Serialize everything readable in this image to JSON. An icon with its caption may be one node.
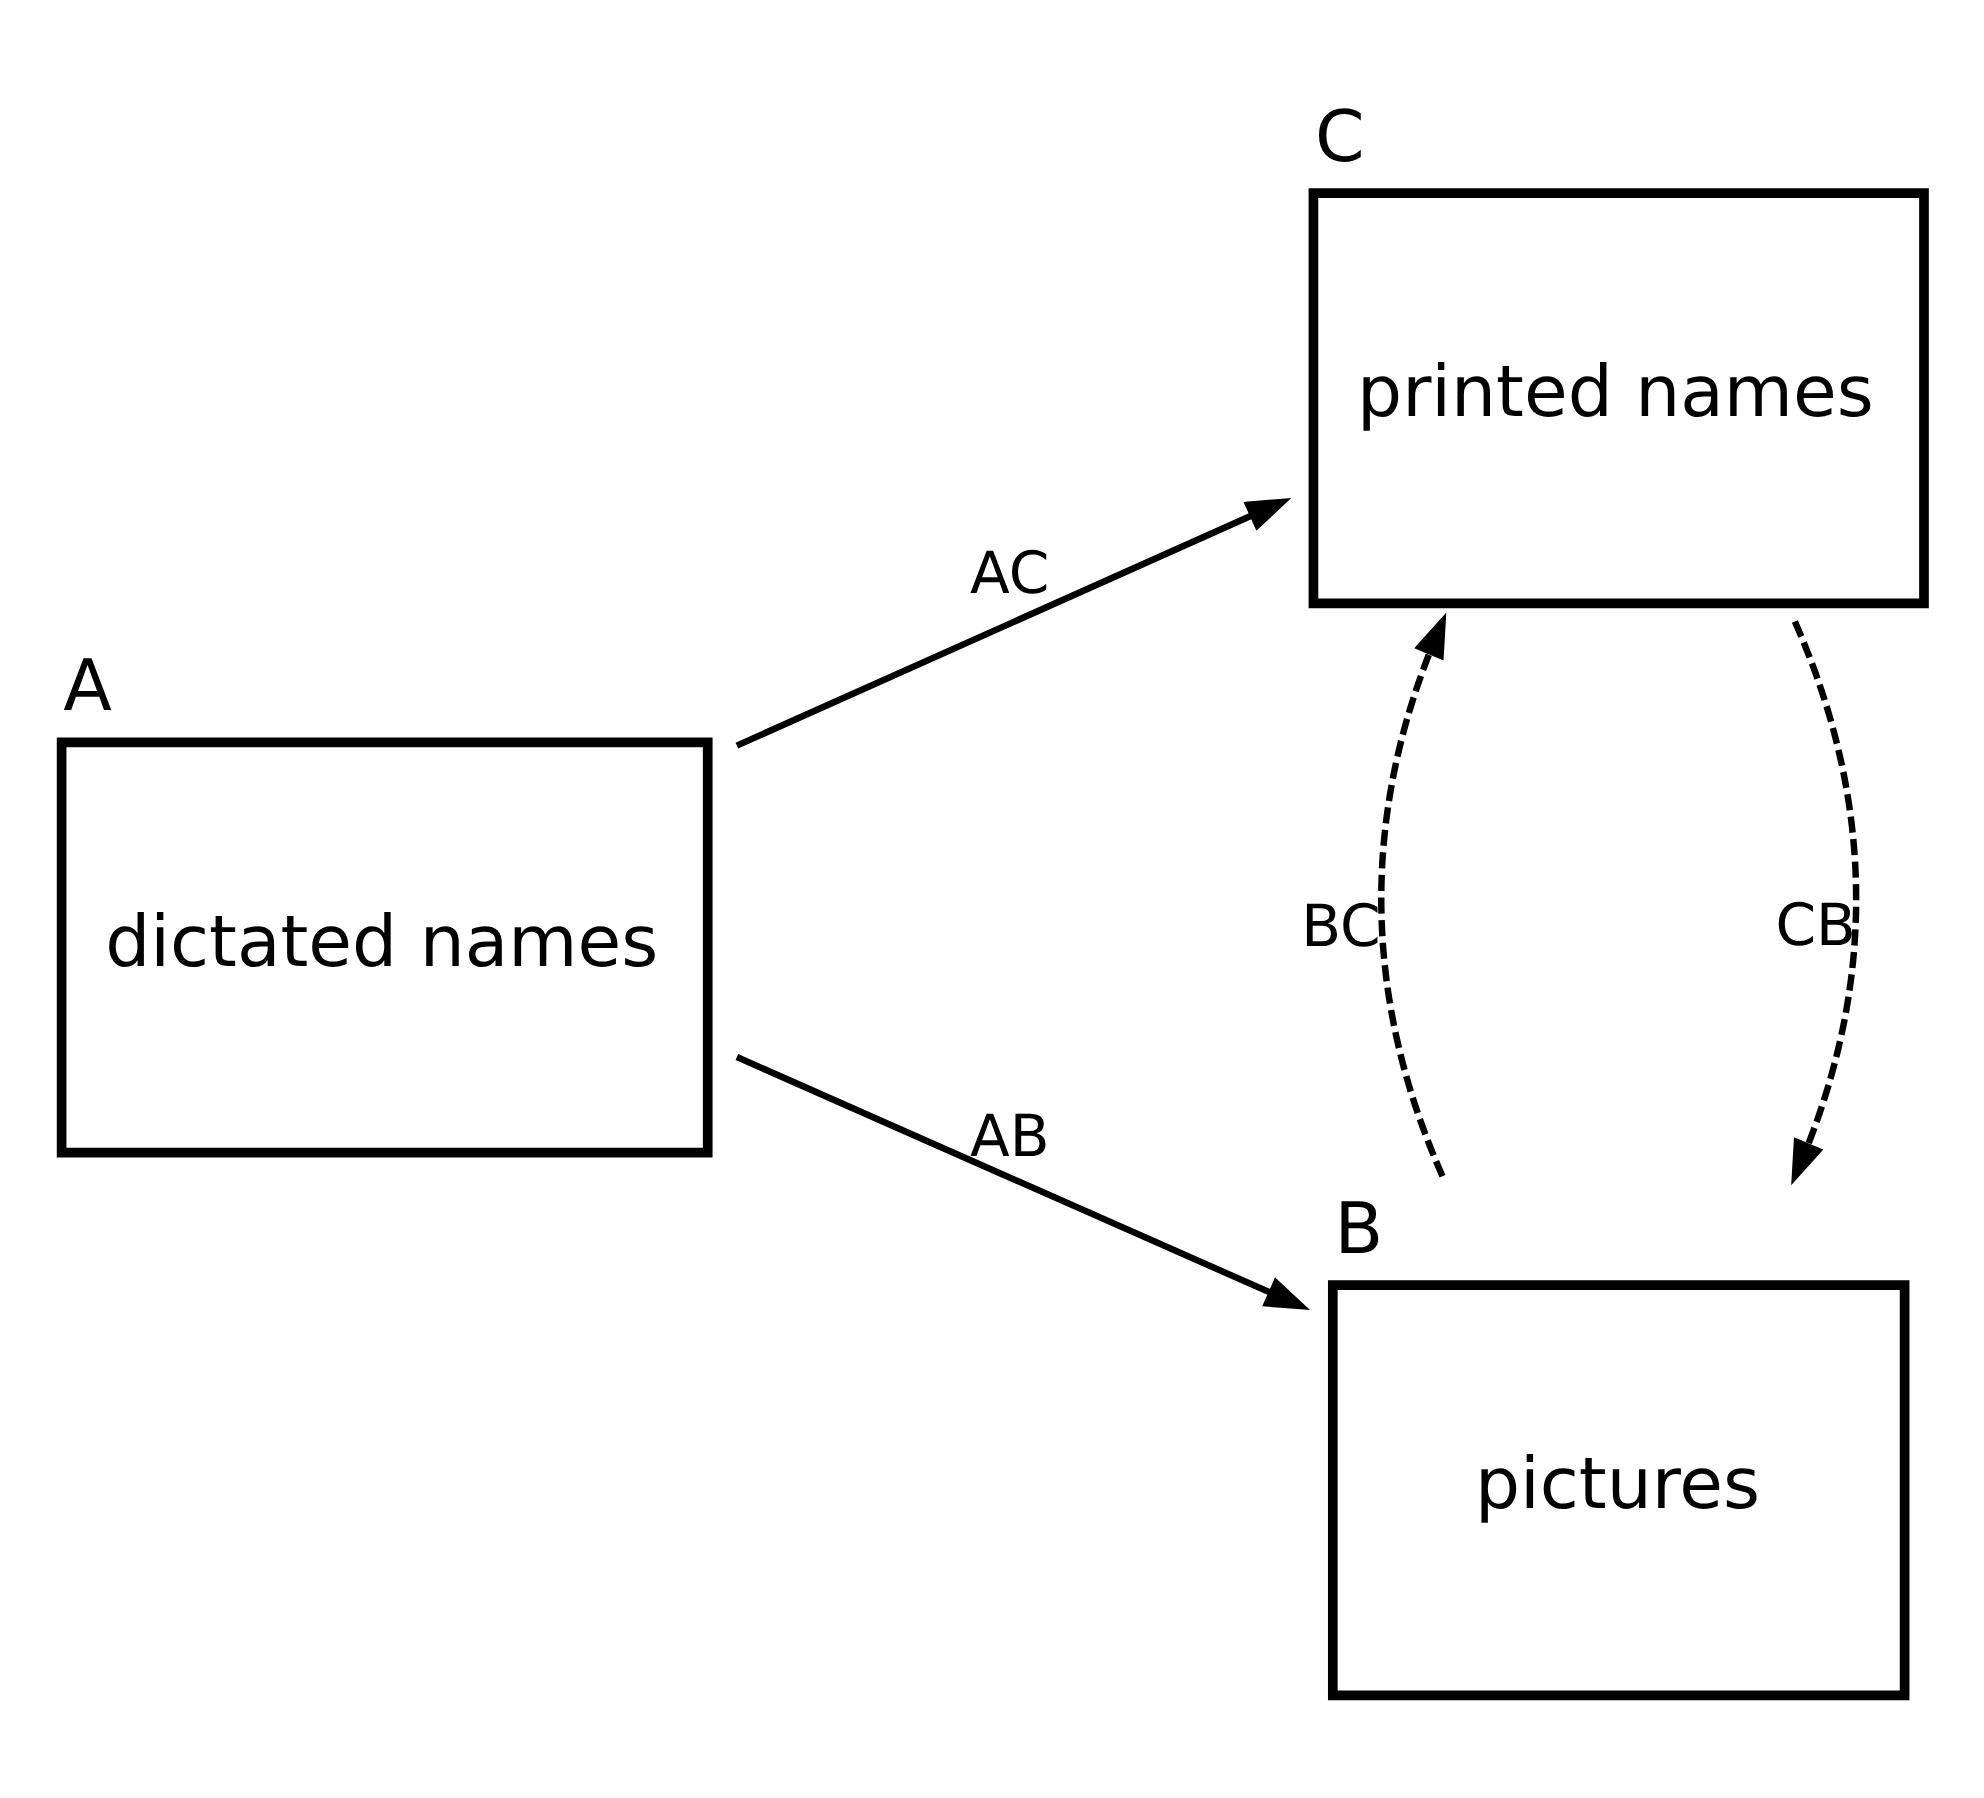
{
  "diagram": {
    "nodes": [
      {
        "text": [
          "A",
          "dictated names"
        ]
      },
      {
        "text": [
          "B",
          "pictures"
        ]
      },
      {
        "text": [
          "C",
          "printed names"
        ]
      }
    ],
    "edges": [
      {
        "from": 0,
        "to": 1,
        "arrow": "to",
        "label": "AB"
      },
      {
        "from": 0,
        "to": 2,
        "arrow": "to",
        "label": "AC"
      },
      {
        "from": 2,
        "to": 1,
        "arrow": "to",
        "label": "CB",
        "style": "dashed"
      },
      {
        "from": 1,
        "to": 2,
        "arrow": "to",
        "label": "BC",
        "style": "dashed"
      }
    ]
  }
}
